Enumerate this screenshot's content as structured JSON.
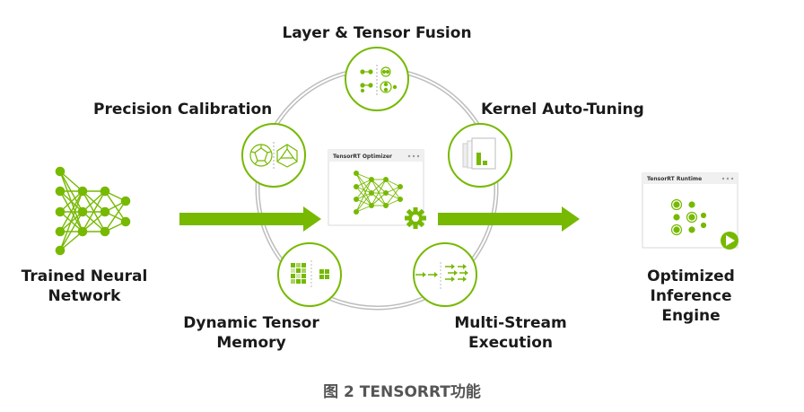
{
  "labels": {
    "fusion": "Layer & Tensor Fusion",
    "precision": "Precision Calibration",
    "kernel": "Kernel Auto-Tuning",
    "trained_line1": "Trained Neural",
    "trained_line2": "Network",
    "dynamic_line1": "Dynamic Tensor",
    "dynamic_line2": "Memory",
    "multistream_line1": "Multi-Stream",
    "multistream_line2": "Execution",
    "optimized_line1": "Optimized",
    "optimized_line2": "Inference",
    "optimized_line3": "Engine"
  },
  "optimizer_window": {
    "title": "TensorRT Optimizer"
  },
  "runtime_window": {
    "title": "TensorRT Runtime"
  },
  "caption": "图 2 TENSORRT功能",
  "colors": {
    "accent": "#76b900",
    "text": "#1a1a1a",
    "caption": "#555555"
  }
}
